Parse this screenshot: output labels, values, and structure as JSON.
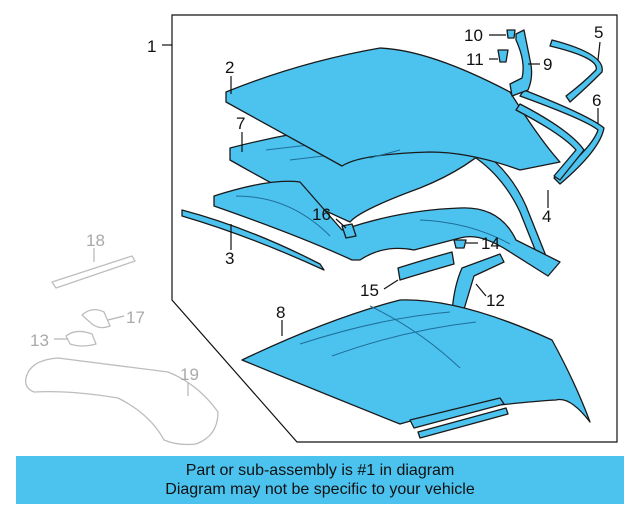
{
  "colors": {
    "part_fill": "#4cc2ee",
    "faded_part": "#bdbdbd",
    "banner_bg": "#4cc2ee",
    "line": "#111111"
  },
  "callouts": {
    "c1": "1",
    "c2": "2",
    "c3": "3",
    "c4": "4",
    "c5": "5",
    "c6": "6",
    "c7": "7",
    "c8": "8",
    "c9": "9",
    "c10": "10",
    "c11": "11",
    "c12": "12",
    "c13": "13",
    "c14": "14",
    "c15": "15",
    "c16": "16",
    "c17": "17",
    "c18": "18",
    "c19": "19"
  },
  "banner": {
    "line1": "Part or sub-assembly is #1 in diagram",
    "line2": "Diagram may not be specific to your vehicle"
  }
}
